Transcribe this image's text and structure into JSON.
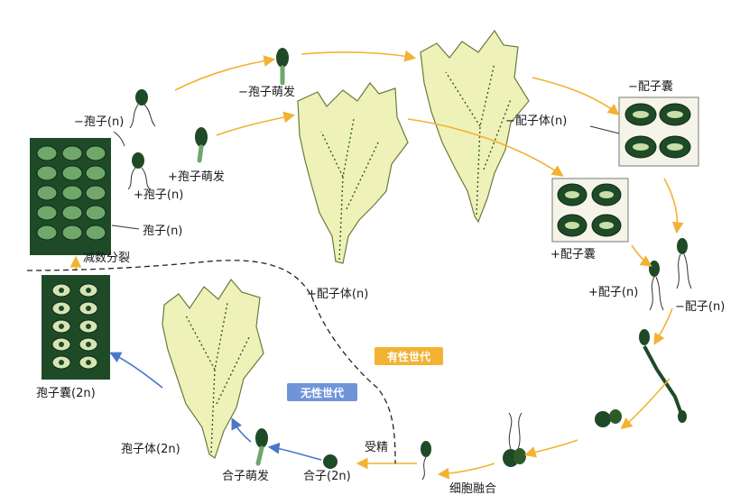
{
  "colors": {
    "sexual_arrow": "#f2b233",
    "asexual_arrow": "#4a78c8",
    "thallus_fill": "#eef2b8",
    "sporangium_fill": "#1f4a28",
    "cell_fill": "#6fa86a",
    "sexual_tag_bg": "#f2b233",
    "asexual_tag_bg": "#6f95d8"
  },
  "labels": {
    "minus_spore": "−孢子(n)",
    "minus_spore_germ": "−孢子萌发",
    "plus_spore_germ": "+孢子萌发",
    "plus_spore": "+孢子(n)",
    "spore": "孢子(n)",
    "meiosis": "减数分裂",
    "sporangium": "孢子囊(2n)",
    "minus_gametophyte": "−配子体(n)",
    "minus_gametangium": "−配子囊",
    "plus_gametangium": "+配子囊",
    "plus_gametophyte": "+配子体(n)",
    "plus_gamete": "+配子(n)",
    "minus_gamete": "−配子(n)",
    "cell_fusion": "细胞融合",
    "fertilization": "受精",
    "zygote": "合子(2n)",
    "zygote_germ": "合子萌发",
    "sporophyte": "孢子体(2n)"
  },
  "generations": {
    "sexual": "有性世代",
    "asexual": "无性世代"
  }
}
